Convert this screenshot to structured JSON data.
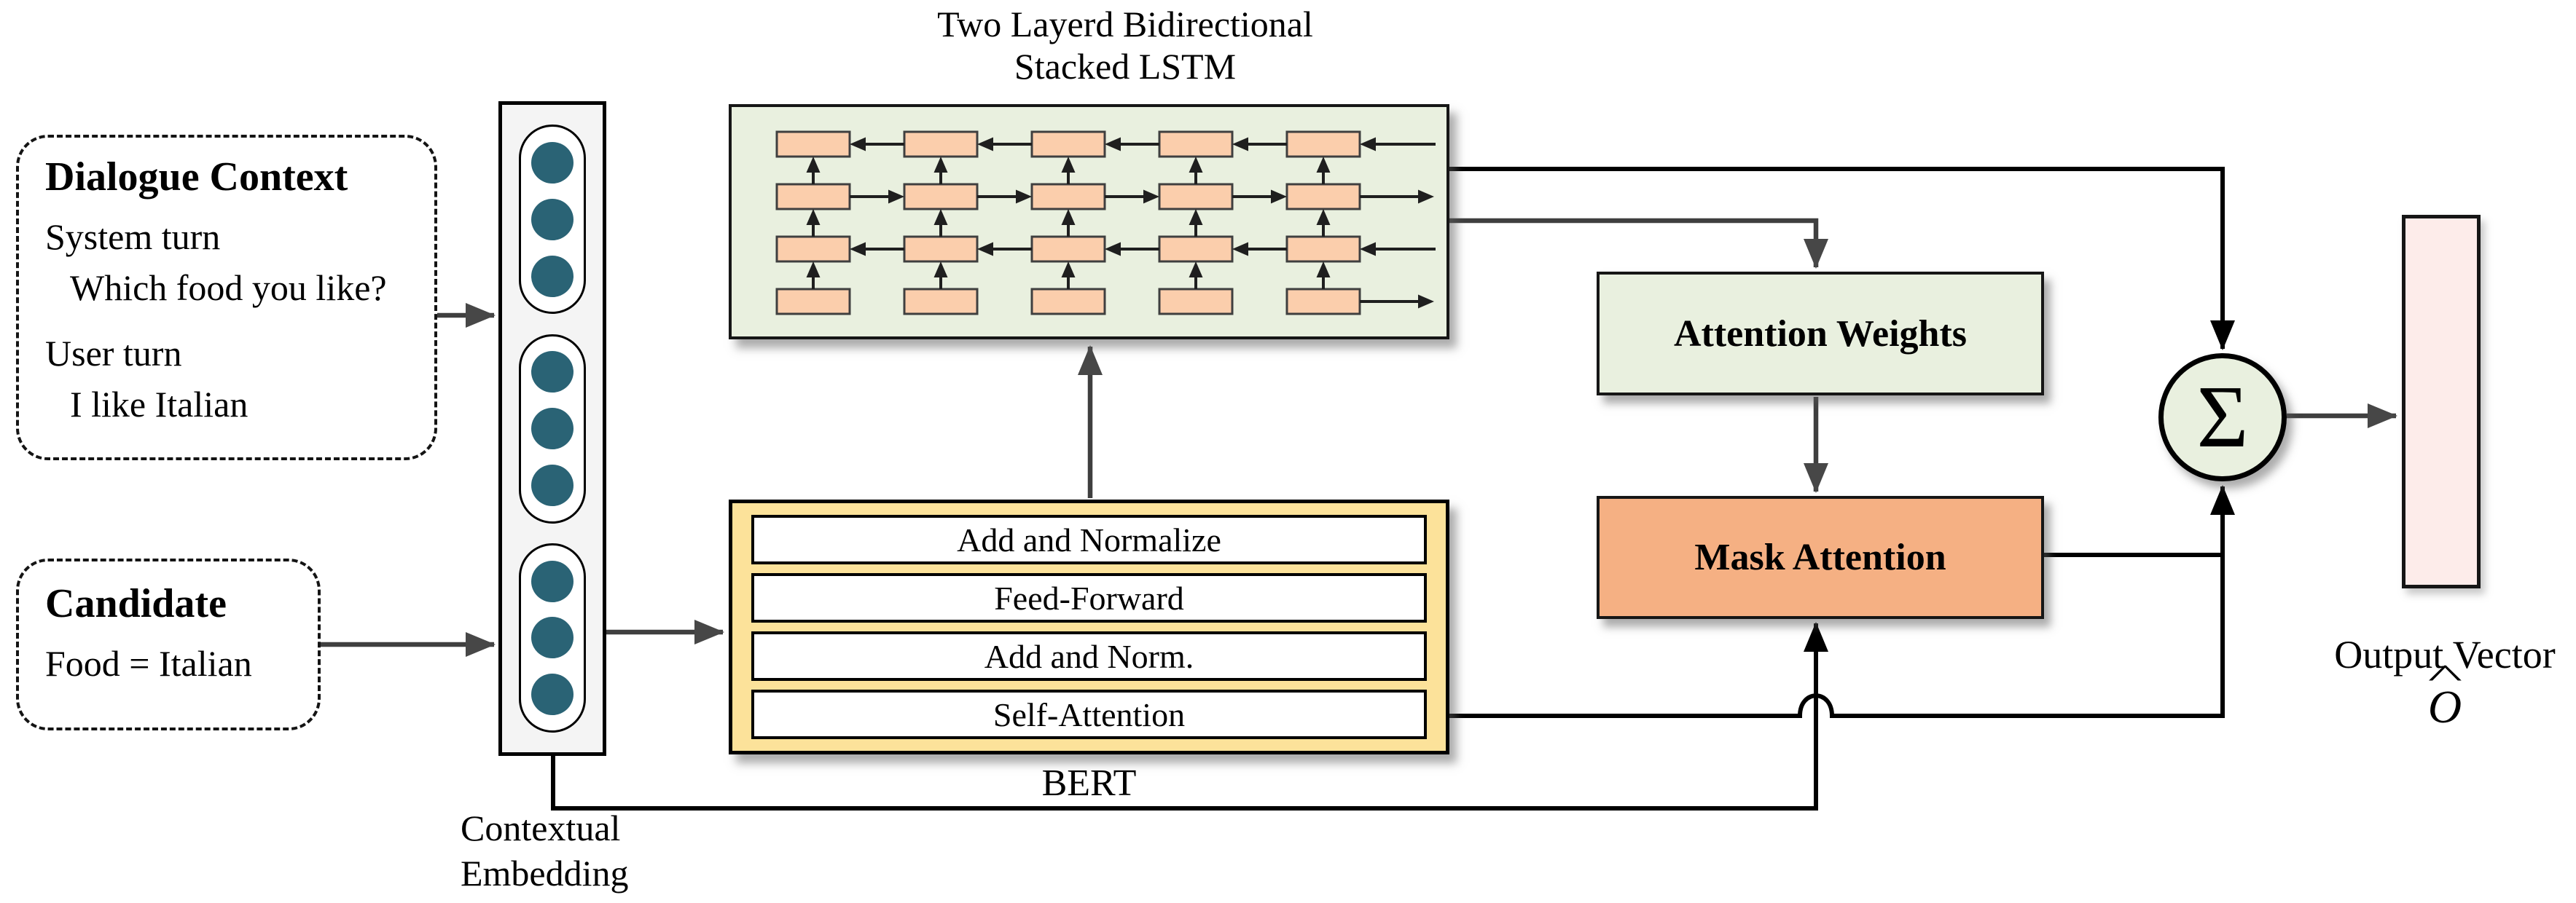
{
  "dialogue_context": {
    "title": "Dialogue Context",
    "lines": [
      "System turn",
      "Which food you like?",
      "User turn",
      "I like Italian"
    ]
  },
  "candidate": {
    "title": "Candidate",
    "line": "Food = Italian"
  },
  "contextual_embedding": {
    "label_line1": "Contextual",
    "label_line2": "Embedding",
    "groups": 3,
    "dots_per_group": 3
  },
  "lstm": {
    "title_line1": "Two Layerd Bidirectional",
    "title_line2": "Stacked LSTM",
    "rows": 4,
    "cols": 5,
    "row_flow": [
      "left",
      "right",
      "left",
      "out"
    ]
  },
  "bert": {
    "label": "BERT",
    "layers": [
      "Add and Normalize",
      "Feed-Forward",
      "Add and Norm.",
      "Self-Attention"
    ]
  },
  "attention_weights": {
    "label": "Attention Weights"
  },
  "mask_attention": {
    "label": "Mask Attention"
  },
  "sum_node": {
    "symbol": "Σ"
  },
  "output_vector": {
    "label": "Output Vector",
    "symbol_base": "O",
    "symbol_hat": "^"
  },
  "colors": {
    "lstm_box_bg": "#e9f0df",
    "lstm_cell": "#fbceac",
    "lstm_cell_border": "#3f3f3f",
    "lstm_arrow": "#1f1f1f",
    "bert_bg": "#fce29a",
    "attention_weights_bg": "#e9f0df",
    "mask_attention_bg": "#f5b083",
    "sum_bg": "#e9f0df",
    "output_bg": "#fdecea",
    "embedding_dot": "#2a6375",
    "embedding_column_bg": "#f4f4f4",
    "wire_black": "#000000",
    "wire_gray": "#3f3f3f"
  }
}
